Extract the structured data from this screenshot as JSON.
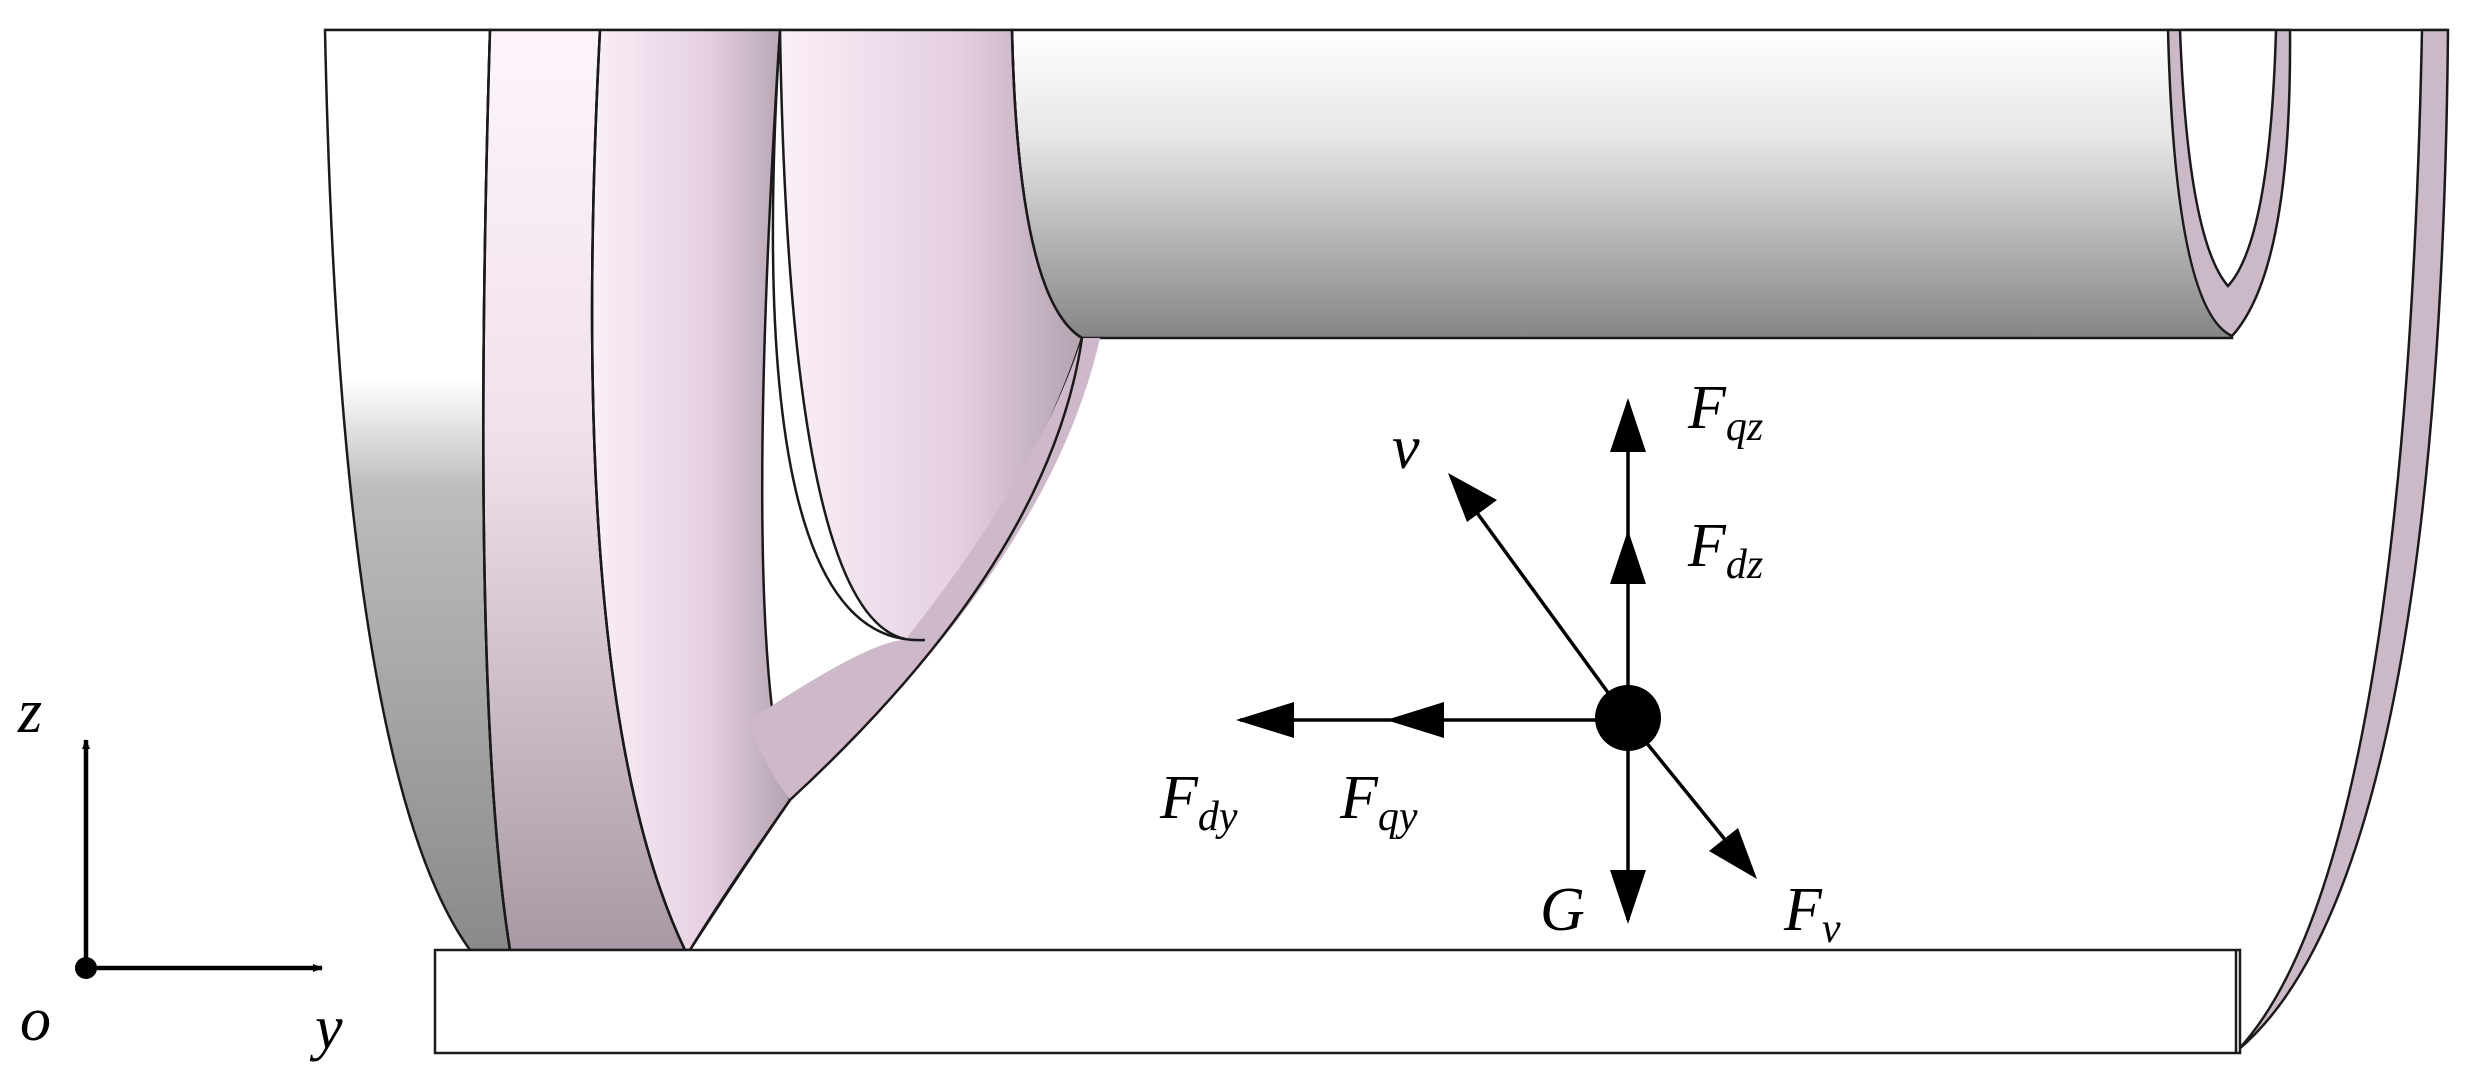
{
  "colors": {
    "background": "#ffffff",
    "outline": "#1a1a1a",
    "pink_light": "#fdf4fb",
    "pink_mid": "#e8d3e3",
    "pink_dark": "#a999a5",
    "gray_light": "#ffffff",
    "gray_dark": "#858585",
    "rim": "#cbb9c8",
    "arrow": "#000000"
  },
  "axes": {
    "z": "z",
    "y": "y",
    "origin": "o"
  },
  "forces": {
    "velocity": "v",
    "fqz": {
      "main": "F",
      "sub": "qz"
    },
    "fdz": {
      "main": "F",
      "sub": "dz"
    },
    "fdy": {
      "main": "F",
      "sub": "dy"
    },
    "fqy": {
      "main": "F",
      "sub": "qy"
    },
    "fv": {
      "main": "F",
      "sub": "v"
    },
    "gravity": "G"
  }
}
